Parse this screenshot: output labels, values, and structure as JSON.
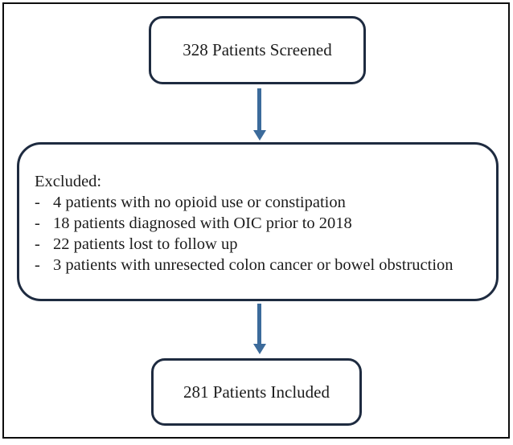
{
  "flowchart": {
    "screened_box": {
      "label": "328 Patients Screened"
    },
    "excluded_box": {
      "title": "Excluded:",
      "bullet": "-",
      "items": [
        "4 patients with no opioid use or constipation",
        "18 patients diagnosed with OIC prior to 2018",
        "22 patients lost to follow up",
        "3 patients with unresected colon cancer or bowel obstruction"
      ]
    },
    "included_box": {
      "label": "281 Patients Included"
    },
    "colors": {
      "box_border": "#1e2b40",
      "arrow": "#3c6b9b",
      "outer_frame": "#0d0d0d",
      "text": "#1c1c1c",
      "background": "#ffffff"
    }
  }
}
